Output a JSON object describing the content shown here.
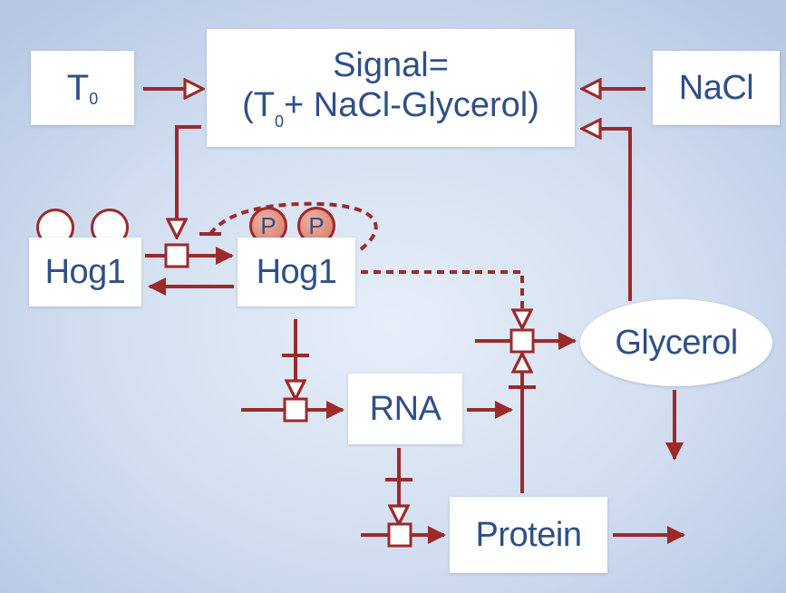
{
  "nodes": {
    "t0": {
      "main": "T",
      "sub": "0"
    },
    "signal": {
      "line1": "Signal=",
      "line2_open": "(T",
      "line2_sub": "0",
      "line2_rest": "+ NaCl-Glycerol)"
    },
    "nacl": {
      "label": "NaCl"
    },
    "hog1_inactive": {
      "label": "Hog1"
    },
    "hog1_active": {
      "label": "Hog1",
      "phospho_1": "P",
      "phospho_2": "P"
    },
    "rna": {
      "label": "RNA"
    },
    "protein": {
      "label": "Protein"
    },
    "glycerol": {
      "label": "Glycerol"
    }
  },
  "colors": {
    "arrow": "#9c2a2a",
    "text": "#2f4f86",
    "background": "#d2def0",
    "box": "#ffffff"
  }
}
